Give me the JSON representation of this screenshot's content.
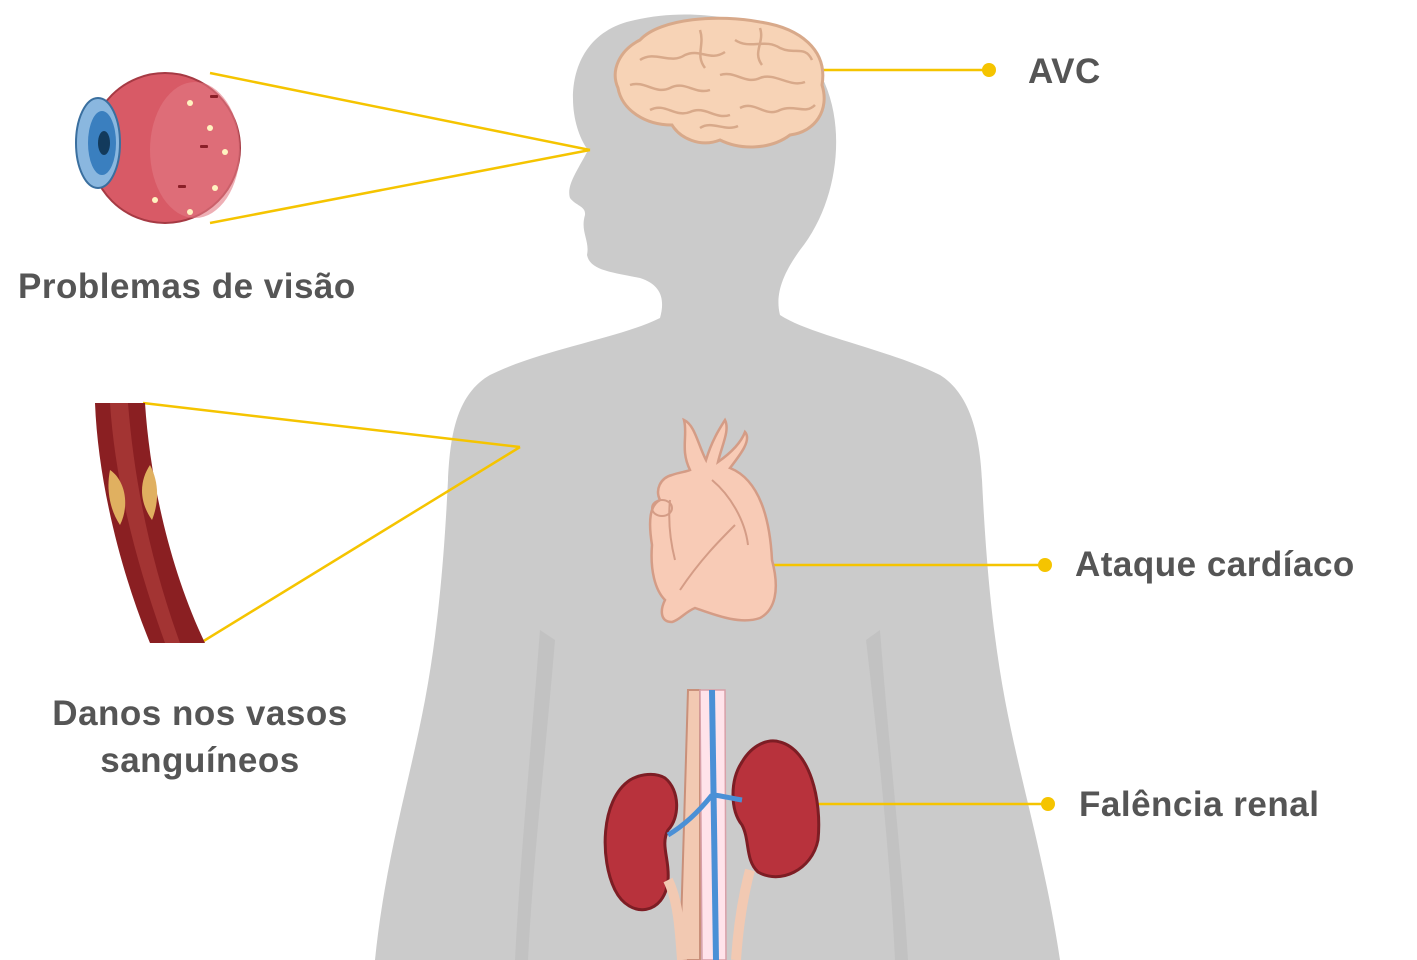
{
  "labels": {
    "stroke": "AVC",
    "heart_attack": "Ataque cardíaco",
    "kidney_failure": "Falência renal",
    "vision_problems": "Problemas de visão",
    "vessel_damage_line1": "Danos nos vasos",
    "vessel_damage_line2": "sanguíneos"
  },
  "icons": [
    "human-silhouette",
    "brain-icon",
    "heart-icon",
    "kidneys-icon",
    "eye-icon",
    "blood-vessel-icon"
  ],
  "colors": {
    "background": "#ffffff",
    "silhouette": "#cbcbcb",
    "leader_line": "#f5c400",
    "label_text": "#555555",
    "brain": "#f7d3b6",
    "heart": "#f8cbb6",
    "kidney": "#b8323c",
    "vessel": "#8a1f22",
    "plaque": "#e0b060",
    "eye": "#d85a66",
    "iris": "#3a7fbf"
  }
}
